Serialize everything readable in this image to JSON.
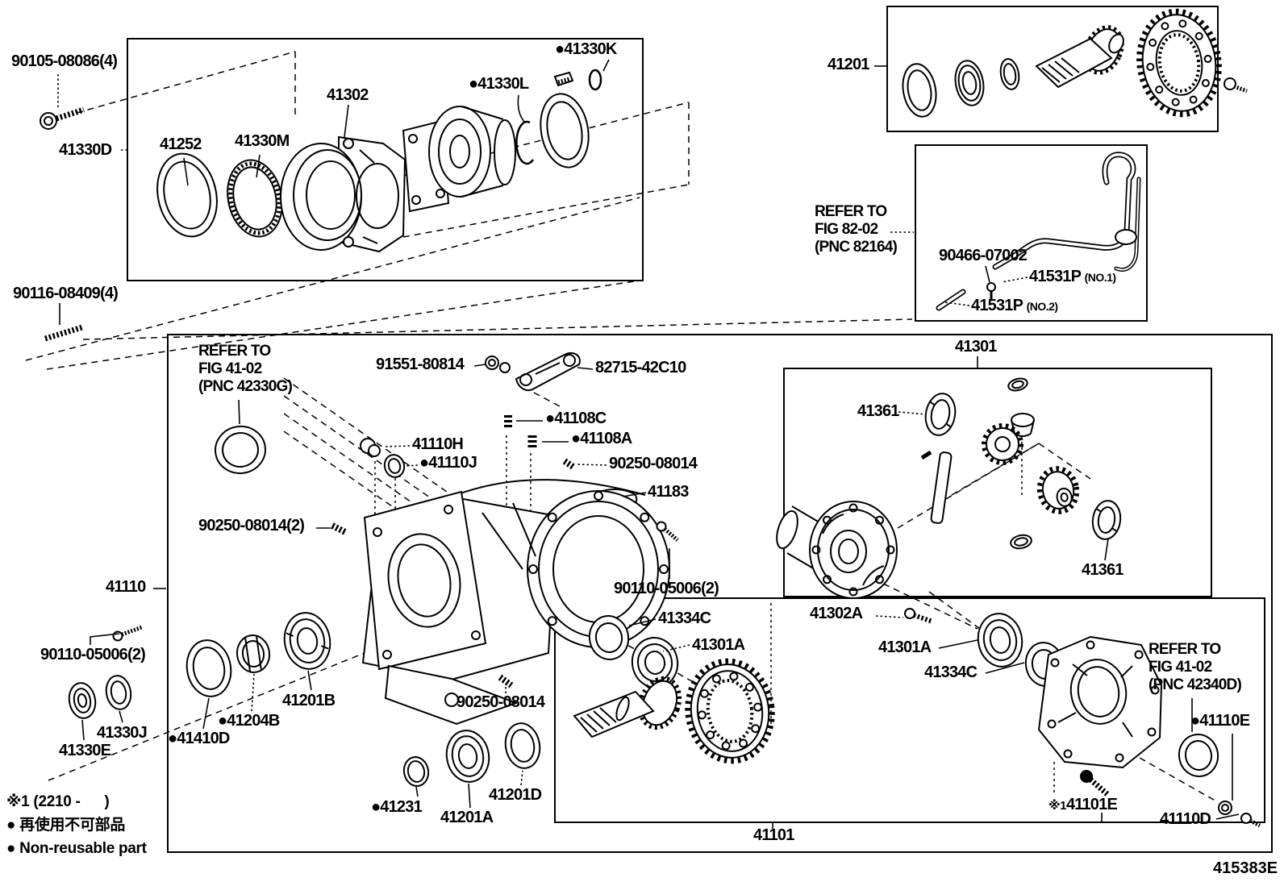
{
  "drawing_code": "415383E",
  "legend": {
    "note_spec": "※1 (2210 -      )",
    "note_jp": "● 再使用不可部品",
    "note_en": "● Non-reusable part"
  },
  "ref_notes": [
    {
      "text": "REFER TO\nFIG 82-02\n(PNC 82164)"
    },
    {
      "text": "REFER TO\nFIG 41-02\n(PNC 42330G)"
    },
    {
      "text": "REFER TO\nFIG 41-02\n(PNC 42340D)"
    }
  ],
  "part_labels": [
    {
      "text": "90105-08086(4)"
    },
    {
      "text": "41330D"
    },
    {
      "text": "41252"
    },
    {
      "text": "41330M"
    },
    {
      "text": "41302"
    },
    {
      "text": "●41330L"
    },
    {
      "text": "●41330K"
    },
    {
      "text": "41201"
    },
    {
      "text": "90466-07002"
    },
    {
      "text": "41531P",
      "suffix": "(NO.1)"
    },
    {
      "text": "41531P",
      "suffix": "(NO.2)"
    },
    {
      "text": "41301"
    },
    {
      "text": "41361"
    },
    {
      "text": "41361"
    },
    {
      "text": "41302A"
    },
    {
      "text": "41301A"
    },
    {
      "text": "41334C"
    },
    {
      "text": "●41110E"
    },
    {
      "prefix": "※1",
      "text": "41101E"
    },
    {
      "text": "41110D"
    },
    {
      "text": "41101"
    },
    {
      "text": "90116-08409(4)"
    },
    {
      "text": "91551-80814"
    },
    {
      "text": "82715-42C10"
    },
    {
      "text": "●41108C"
    },
    {
      "text": "●41108A"
    },
    {
      "text": "41110H"
    },
    {
      "text": "●41110J"
    },
    {
      "text": "90250-08014"
    },
    {
      "text": "41183"
    },
    {
      "text": "90250-08014(2)"
    },
    {
      "text": "41110"
    },
    {
      "text": "90110-05006(2)"
    },
    {
      "text": "90110-05006(2)"
    },
    {
      "text": "41334C"
    },
    {
      "text": "41301A"
    },
    {
      "text": "41330J"
    },
    {
      "text": "41330E"
    },
    {
      "text": "●41410D"
    },
    {
      "text": "●41204B"
    },
    {
      "text": "41201B"
    },
    {
      "text": "●41231"
    },
    {
      "text": "41201A"
    },
    {
      "text": "41201D"
    },
    {
      "text": "90250-08014"
    }
  ]
}
